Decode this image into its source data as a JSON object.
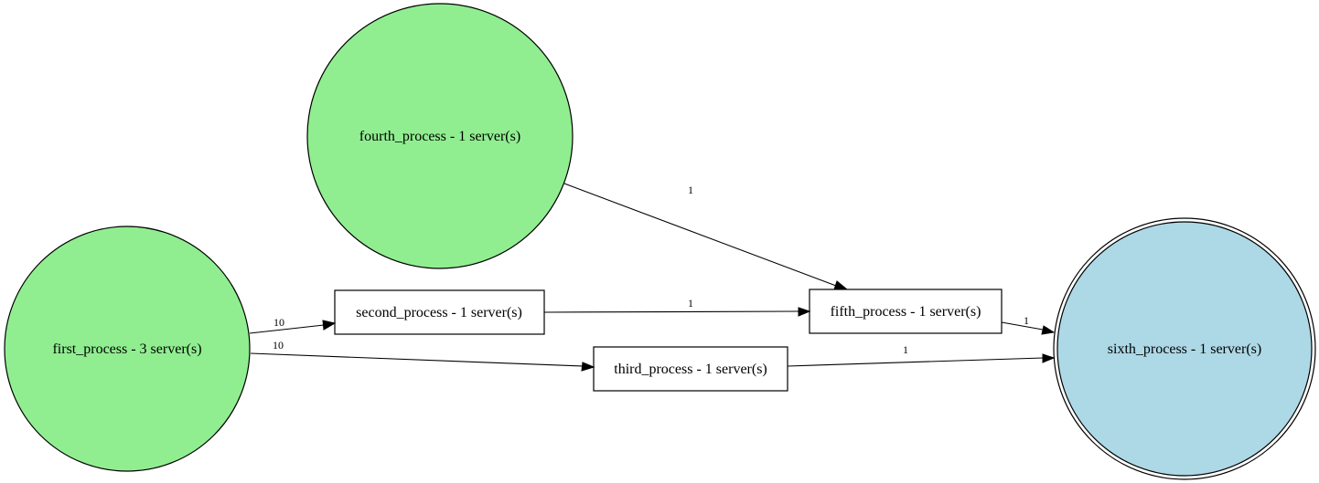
{
  "nodes": {
    "first": {
      "label": "first_process - 3 server(s)",
      "shape": "circle",
      "fill": "#90EE90"
    },
    "second": {
      "label": "second_process - 1 server(s)",
      "shape": "box"
    },
    "third": {
      "label": "third_process - 1 server(s)",
      "shape": "box"
    },
    "fourth": {
      "label": "fourth_process - 1 server(s)",
      "shape": "circle",
      "fill": "#90EE90"
    },
    "fifth": {
      "label": "fifth_process - 1 server(s)",
      "shape": "box"
    },
    "sixth": {
      "label": "sixth_process - 1 server(s)",
      "shape": "doublecircle",
      "fill": "#ADD8E6"
    }
  },
  "edges": [
    {
      "from": "first",
      "to": "second",
      "label": "10"
    },
    {
      "from": "first",
      "to": "third",
      "label": "10"
    },
    {
      "from": "fourth",
      "to": "fifth",
      "label": "1"
    },
    {
      "from": "second",
      "to": "fifth",
      "label": "1"
    },
    {
      "from": "fifth",
      "to": "sixth",
      "label": "1"
    },
    {
      "from": "third",
      "to": "sixth",
      "label": "1"
    }
  ]
}
